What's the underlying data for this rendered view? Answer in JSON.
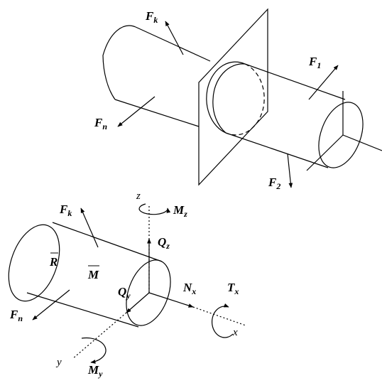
{
  "labels": {
    "Fk_top": {
      "main": "F",
      "sub": "k"
    },
    "Fn_top": {
      "main": "F",
      "sub": "n"
    },
    "F1": {
      "main": "F",
      "sub": "1"
    },
    "F2": {
      "main": "F",
      "sub": "2"
    },
    "Fk_bot": {
      "main": "F",
      "sub": "k"
    },
    "Fn_bot": {
      "main": "F",
      "sub": "n"
    },
    "R": "R",
    "M": "M",
    "z": "z",
    "Mz": {
      "main": "M",
      "sub": "z"
    },
    "Qz": {
      "main": "Q",
      "sub": "z"
    },
    "Qy": {
      "main": "Q",
      "sub": "y"
    },
    "Nx": {
      "main": "N",
      "sub": "x"
    },
    "Tx": {
      "main": "T",
      "sub": "x"
    },
    "x": "x",
    "y": "y",
    "My": {
      "main": "M",
      "sub": "y"
    }
  }
}
